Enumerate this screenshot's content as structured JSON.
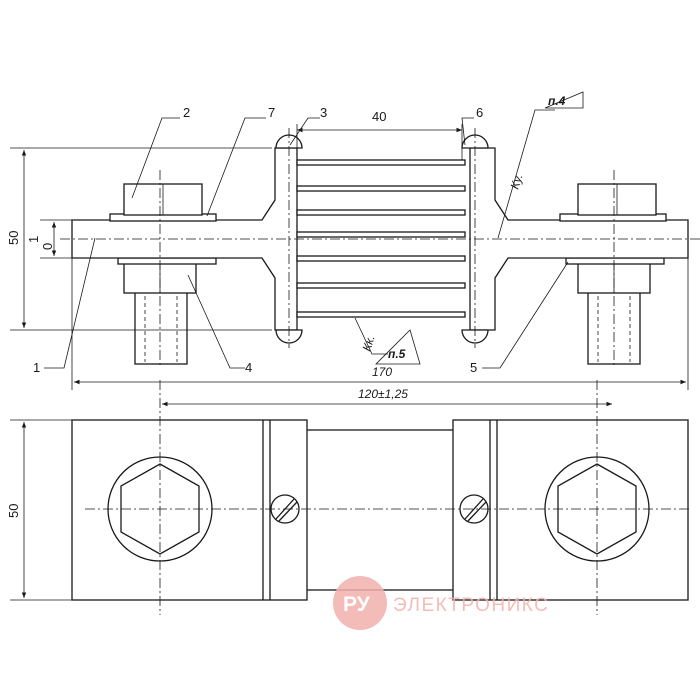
{
  "drawing": {
    "top_view": {
      "dimensions": {
        "width_40": "40",
        "height_50": "50",
        "thick_1": "1",
        "thick_0": "0",
        "overall_170": "170",
        "centers_120": "120±1,25"
      },
      "callouts": {
        "c1": "1",
        "c2": "2",
        "c3": "3",
        "c4": "4",
        "c5": "5",
        "c6": "6",
        "c7": "7"
      },
      "notes": {
        "p4": "п.4",
        "p5": "п.5",
        "ku": "Ку.",
        "kk": "Кк."
      }
    },
    "bottom_view": {
      "dimensions": {
        "height_50": "50"
      }
    }
  },
  "watermark": {
    "logo": "РУ",
    "text": "ЭЛЕКТРОНИКС",
    "color": "#f3b1ad"
  }
}
